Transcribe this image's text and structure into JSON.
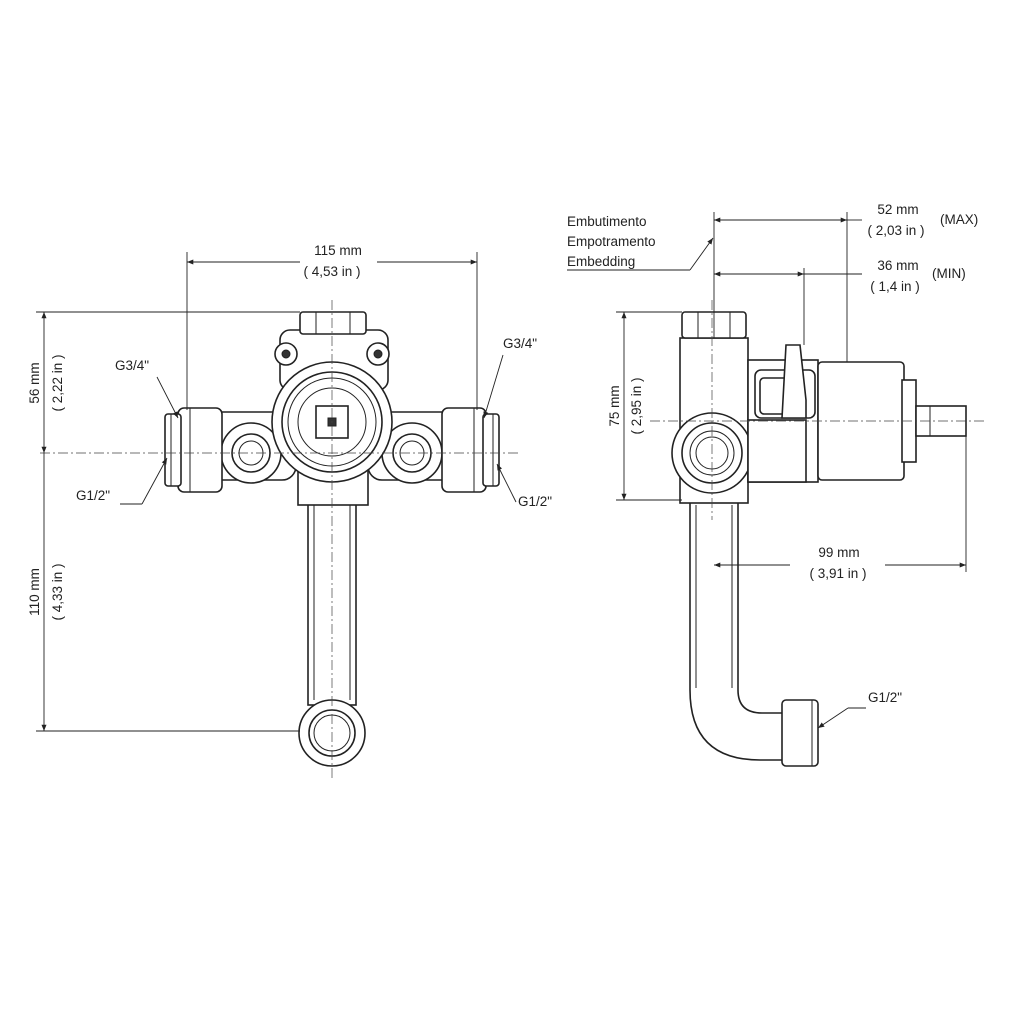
{
  "front_view": {
    "width_mm": "115 mm",
    "width_in": "( 4,53 in )",
    "height_top_mm": "56 mm",
    "height_top_in": "( 2,22 in )",
    "height_bottom_mm": "110 mm",
    "height_bottom_in": "( 4,33 in )",
    "label_g34_left": "G3/4\"",
    "label_g34_right": "G3/4\"",
    "label_g12_left": "G1/2\"",
    "label_g12_right": "G1/2\""
  },
  "side_view": {
    "embed_line1": "Embutimento",
    "embed_line2": "Empotramento",
    "embed_line3": "Embedding",
    "max_mm": "52 mm",
    "max_in": "( 2,03 in )",
    "max_tag": "(MAX)",
    "min_mm": "36 mm",
    "min_in": "( 1,4 in )",
    "min_tag": "(MIN)",
    "height_mm": "75 mm",
    "height_in": "( 2,95 in )",
    "depth_mm": "99 mm",
    "depth_in": "( 3,91 in )",
    "label_g12": "G1/2\""
  }
}
